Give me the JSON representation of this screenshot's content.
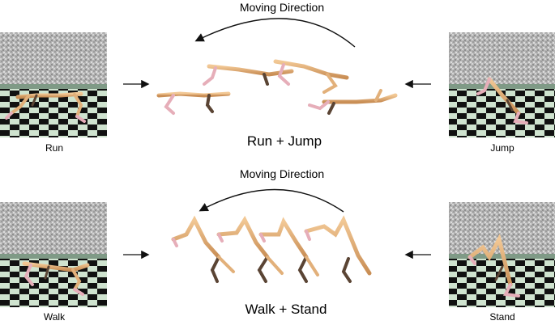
{
  "top": {
    "direction_label": "Moving Direction",
    "left_caption": "Run",
    "right_caption": "Jump",
    "combined_caption": "Run + Jump"
  },
  "bottom": {
    "direction_label": "Moving Direction",
    "left_caption": "Walk",
    "right_caption": "Stand",
    "combined_caption": "Walk + Stand"
  },
  "colors": {
    "sky": "#b8b8b8",
    "floor_light": "#cfe3cf",
    "floor_dark": "#111111",
    "limb_tan": "#e2b07a",
    "limb_pink": "#e6aeb9",
    "limb_dark": "#5a4434"
  }
}
